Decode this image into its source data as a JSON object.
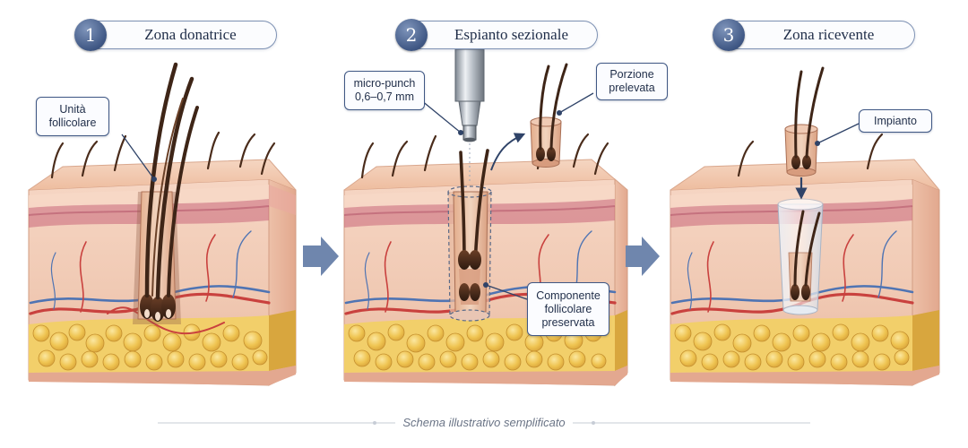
{
  "steps": [
    {
      "number": "1",
      "label": "Zona donatrice"
    },
    {
      "number": "2",
      "label": "Espianto sezionale"
    },
    {
      "number": "3",
      "label": "Zona ricevente"
    }
  ],
  "callouts": {
    "unit": "Unità\nfollicolare",
    "punch": "micro-punch\n0,6–0,7 mm",
    "portion": "Porzione\nprelevata",
    "preserved": "Componente\nfollicolare\npreservata",
    "implant": "Impianto"
  },
  "caption": "Schema illustrativo semplificato",
  "colors": {
    "accent": "#3f5784",
    "arrow": "#6f86ad",
    "skin": "#efc3a8",
    "dermis": "#f2cdb6",
    "fat": "#f0c44e",
    "artery": "#c9413e",
    "vein": "#4f74b3",
    "hair": "#3e2517"
  }
}
